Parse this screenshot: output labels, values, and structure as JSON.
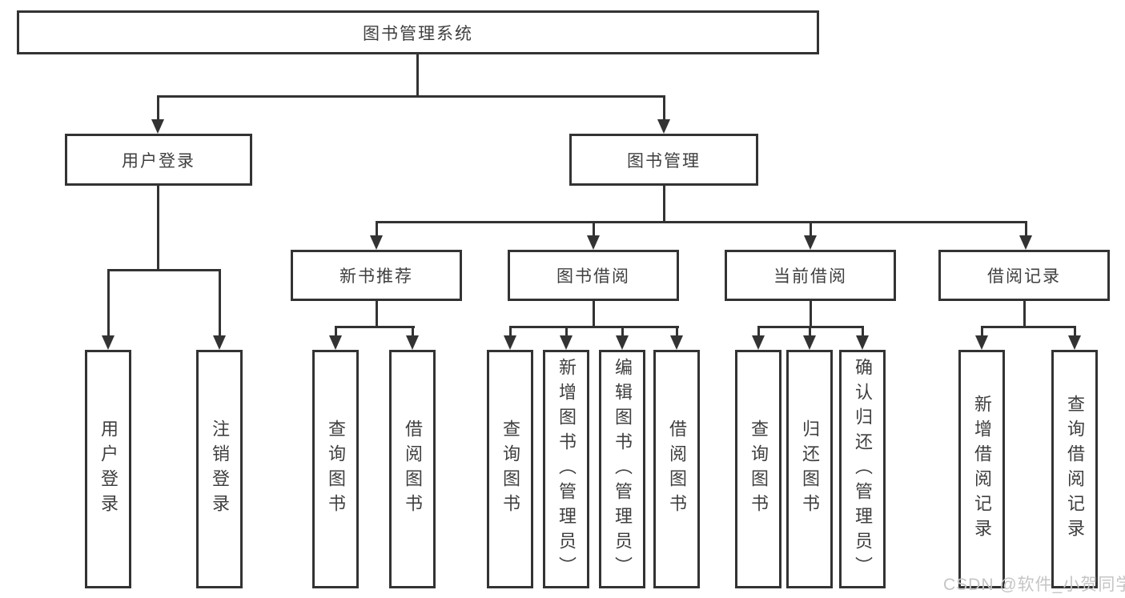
{
  "diagram_type": "hierarchy-tree",
  "tree": {
    "label": "图书管理系统",
    "children": [
      {
        "label": "用户登录",
        "children": [
          {
            "label": "用户登录"
          },
          {
            "label": "注销登录"
          }
        ]
      },
      {
        "label": "图书管理",
        "children": [
          {
            "label": "新书推荐",
            "children": [
              {
                "label": "查询图书"
              },
              {
                "label": "借阅图书"
              }
            ]
          },
          {
            "label": "图书借阅",
            "children": [
              {
                "label": "查询图书"
              },
              {
                "label": "新增图书（管理员）"
              },
              {
                "label": "编辑图书（管理员）"
              },
              {
                "label": "借阅图书"
              }
            ]
          },
          {
            "label": "当前借阅",
            "children": [
              {
                "label": "查询图书"
              },
              {
                "label": "归还图书"
              },
              {
                "label": "确认归还（管理员）"
              }
            ]
          },
          {
            "label": "借阅记录",
            "children": [
              {
                "label": "新增借阅记录"
              },
              {
                "label": "查询借阅记录"
              }
            ]
          }
        ]
      }
    ]
  },
  "watermark": "CSDN @软件_小贺同学",
  "colors": {
    "line": "#333333",
    "text": "#3f3f3f",
    "box_background": "#ffffff",
    "page_background": "#ffffff",
    "watermark": "#c5c5c5"
  }
}
